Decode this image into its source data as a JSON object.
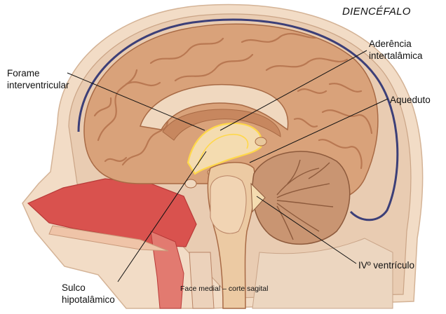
{
  "title": "DIENCÉFALO",
  "caption": "Face medial – corte sagital",
  "labels": {
    "forame_line1": "Forame",
    "forame_line2": "interventricular",
    "aderencia_line1": "Aderência",
    "aderencia_line2": "intertalâmica",
    "aqueduto": "Aqueduto",
    "sulco_line1": "Sulco",
    "sulco_line2": "hipotalâmico",
    "iv_ventriculo": "IVº ventrículo"
  },
  "colors": {
    "brain": "#d9a27a",
    "brain_fold": "#b97852",
    "skull": "#e9ccb2",
    "scalp": "#f2dcc6",
    "dura_line": "#3c3f78",
    "diencephalon": "#f4dcb0",
    "ventricle_outline": "#ffd84a",
    "nasal": "#d9524e",
    "cerebellum": "#c99572",
    "leader": "#111111"
  }
}
